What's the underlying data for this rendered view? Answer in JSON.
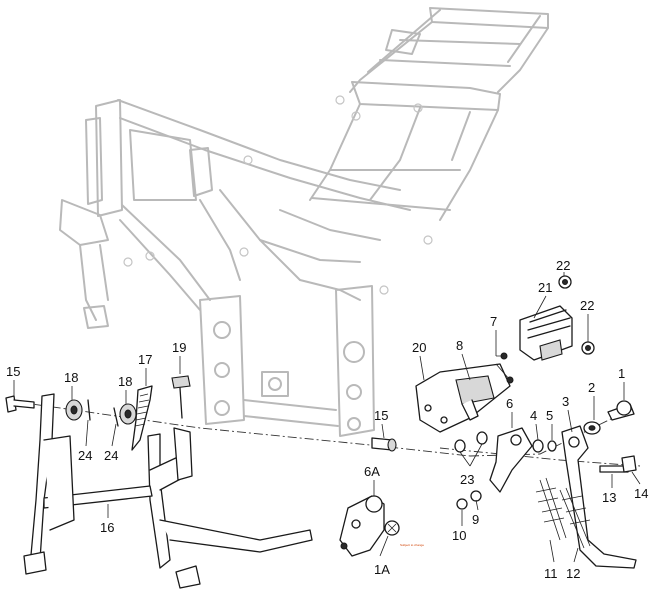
{
  "diagram": {
    "callouts": [
      "1",
      "1A",
      "2",
      "3",
      "4",
      "5",
      "6",
      "6A",
      "7",
      "8",
      "9",
      "10",
      "11",
      "12",
      "13",
      "14",
      "15",
      "15",
      "16",
      "17",
      "18",
      "18",
      "19",
      "20",
      "21",
      "22",
      "22",
      "23",
      "24",
      "24"
    ],
    "stamp_text": "Subject to change"
  },
  "colors": {
    "frame": "#b9b9b9",
    "parts": "#1a1a1a",
    "background": "#ffffff"
  }
}
